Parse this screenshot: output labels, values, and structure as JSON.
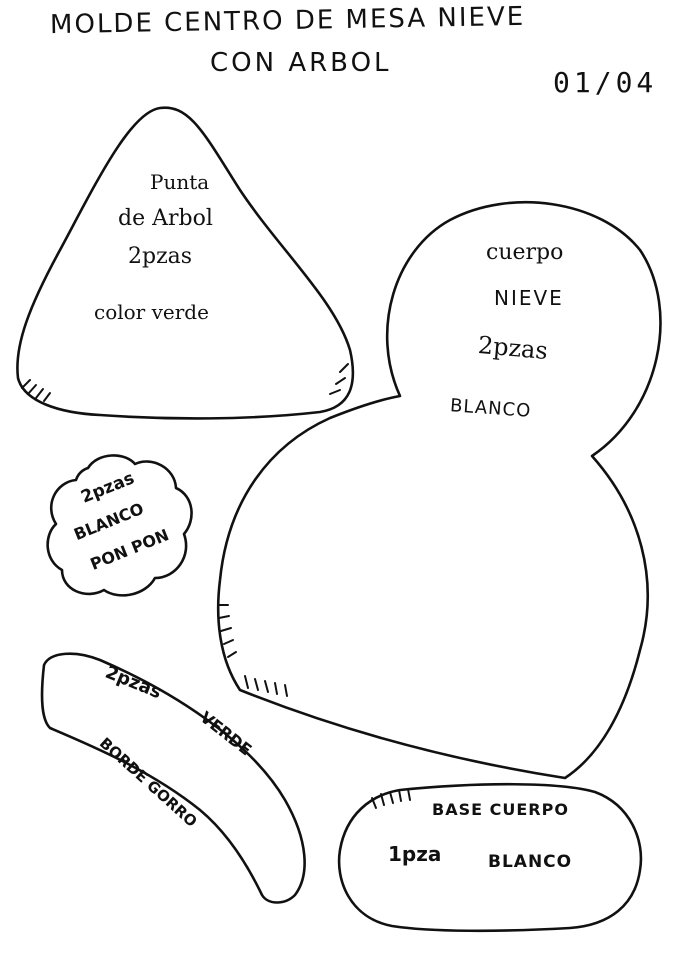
{
  "header": {
    "title_line1": "MOLDE CENTRO DE MESA NIEVE",
    "title_line2": "CON ARBOL",
    "page_number": "01/04"
  },
  "pieces": {
    "tree_tip": {
      "line1": "Punta",
      "line2": "de Arbol",
      "line3": "2pzas",
      "line4": "color verde"
    },
    "snow_body": {
      "line1": "cuerpo",
      "line2": "NIEVE",
      "line3": "2pzas",
      "line4": "BLANCO"
    },
    "pompom": {
      "line1": "2pzas",
      "line2": "BLANCO",
      "line3": "PON PON"
    },
    "hat_border": {
      "line1": "2pzas",
      "line2": "VERDE",
      "line3": "BORDE GORRO"
    },
    "body_base": {
      "line1": "BASE CUERPO",
      "line2": "1pza",
      "line3": "BLANCO"
    }
  }
}
